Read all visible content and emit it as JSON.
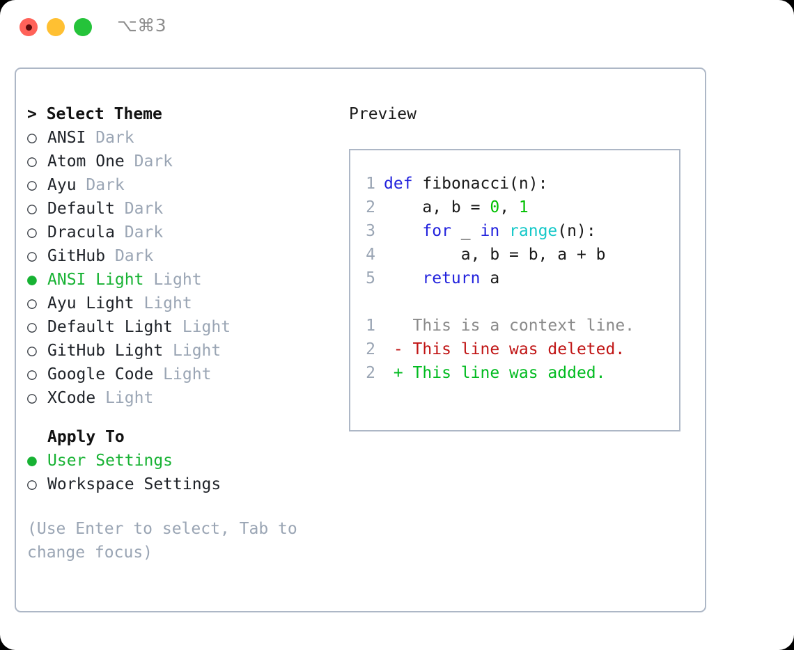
{
  "window": {
    "shortcut_label": "⌥⌘3",
    "traffic_lights": [
      "close",
      "minimize",
      "maximize"
    ]
  },
  "left": {
    "theme_header": "> Select Theme",
    "themes": [
      {
        "bullet": "○",
        "name": "ANSI",
        "kind": "Dark",
        "selected": false
      },
      {
        "bullet": "○",
        "name": "Atom One",
        "kind": "Dark",
        "selected": false
      },
      {
        "bullet": "○",
        "name": "Ayu",
        "kind": "Dark",
        "selected": false
      },
      {
        "bullet": "○",
        "name": "Default",
        "kind": "Dark",
        "selected": false
      },
      {
        "bullet": "○",
        "name": "Dracula",
        "kind": "Dark",
        "selected": false
      },
      {
        "bullet": "○",
        "name": "GitHub",
        "kind": "Dark",
        "selected": false
      },
      {
        "bullet": "●",
        "name": "ANSI Light",
        "kind": "Light",
        "selected": true
      },
      {
        "bullet": "○",
        "name": "Ayu Light",
        "kind": "Light",
        "selected": false
      },
      {
        "bullet": "○",
        "name": "Default Light",
        "kind": "Light",
        "selected": false
      },
      {
        "bullet": "○",
        "name": "GitHub Light",
        "kind": "Light",
        "selected": false
      },
      {
        "bullet": "○",
        "name": "Google Code",
        "kind": "Light",
        "selected": false
      },
      {
        "bullet": "○",
        "name": "XCode",
        "kind": "Light",
        "selected": false
      }
    ],
    "apply_header": "Apply To",
    "apply_options": [
      {
        "bullet": "●",
        "name": "User Settings",
        "selected": true
      },
      {
        "bullet": "○",
        "name": "Workspace Settings",
        "selected": false
      }
    ],
    "hint": "(Use Enter to select, Tab to change focus)"
  },
  "right": {
    "preview_label": "Preview",
    "code_lines": [
      {
        "lno": "1",
        "tokens": [
          {
            "t": "def",
            "c": "kw"
          },
          {
            "t": " ",
            "c": "id"
          },
          {
            "t": "fibonacci",
            "c": "id"
          },
          {
            "t": "(n):",
            "c": "punct"
          }
        ]
      },
      {
        "lno": "2",
        "tokens": [
          {
            "t": "    a, b = ",
            "c": "id"
          },
          {
            "t": "0",
            "c": "num"
          },
          {
            "t": ", ",
            "c": "punct"
          },
          {
            "t": "1",
            "c": "num"
          }
        ]
      },
      {
        "lno": "3",
        "tokens": [
          {
            "t": "    ",
            "c": "id"
          },
          {
            "t": "for",
            "c": "kw"
          },
          {
            "t": " _ ",
            "c": "id"
          },
          {
            "t": "in",
            "c": "kw"
          },
          {
            "t": " ",
            "c": "id"
          },
          {
            "t": "range",
            "c": "fn"
          },
          {
            "t": "(n):",
            "c": "punct"
          }
        ]
      },
      {
        "lno": "4",
        "tokens": [
          {
            "t": "        a, b = b, a + b",
            "c": "id"
          }
        ]
      },
      {
        "lno": "5",
        "tokens": [
          {
            "t": "    ",
            "c": "id"
          },
          {
            "t": "return",
            "c": "kw"
          },
          {
            "t": " a",
            "c": "id"
          }
        ]
      }
    ],
    "diff_lines": [
      {
        "lno": "1",
        "marker": " ",
        "text": "This is a context line.",
        "kind": "diff-ctx"
      },
      {
        "lno": "2",
        "marker": "-",
        "text": "This line was deleted.",
        "kind": "diff-del"
      },
      {
        "lno": "2",
        "marker": "+",
        "text": "This line was added.",
        "kind": "diff-add"
      }
    ]
  },
  "colors": {
    "accent_green": "#17b233",
    "muted": "#9aa5b4",
    "border": "#adb7c6",
    "keyword_blue": "#2222dd",
    "function_cyan": "#14c8c8",
    "number_green": "#00c000",
    "diff_deleted": "#c01414",
    "diff_added": "#00bb1f",
    "traffic_red": "#ff6259",
    "traffic_yellow": "#ffc032",
    "traffic_green": "#25c33a"
  }
}
